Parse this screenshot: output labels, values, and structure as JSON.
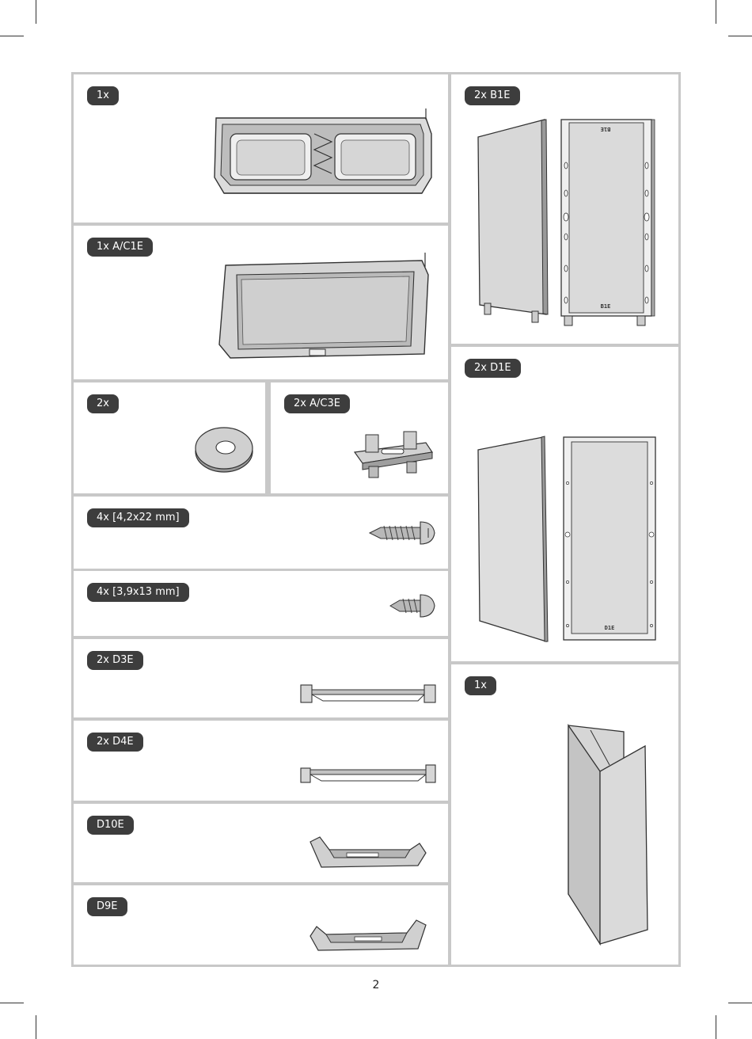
{
  "page_number": "2",
  "parts": {
    "tray_bottom": {
      "label": "1x",
      "icon": "tray-base-icon"
    },
    "lid_frame": {
      "label": "1x A/C1E",
      "icon": "lid-frame-icon"
    },
    "washer": {
      "label": "2x",
      "icon": "washer-icon"
    },
    "clip": {
      "label": "2x A/C3E",
      "icon": "clip-bracket-icon"
    },
    "screw_long": {
      "label": "4x [4,2x22 mm]",
      "icon": "screw-long-icon"
    },
    "screw_short": {
      "label": "4x [3,9x13 mm]",
      "icon": "screw-short-icon"
    },
    "bar_d3e": {
      "label": "2x D3E",
      "icon": "rail-bar-icon"
    },
    "bar_d4e": {
      "label": "2x D4E",
      "icon": "rail-bar-icon"
    },
    "handle_d10e": {
      "label": "D10E",
      "icon": "handle-icon"
    },
    "handle_d9e": {
      "label": "D9E",
      "icon": "handle-icon"
    },
    "panel_b1e": {
      "label": "2x B1E",
      "icon": "side-panel-icon",
      "stamp": "B1E"
    },
    "panel_d1e": {
      "label": "2x D1E",
      "icon": "door-panel-icon",
      "stamp": "D1E"
    },
    "corner": {
      "label": "1x",
      "icon": "folded-corner-panel-icon"
    }
  }
}
